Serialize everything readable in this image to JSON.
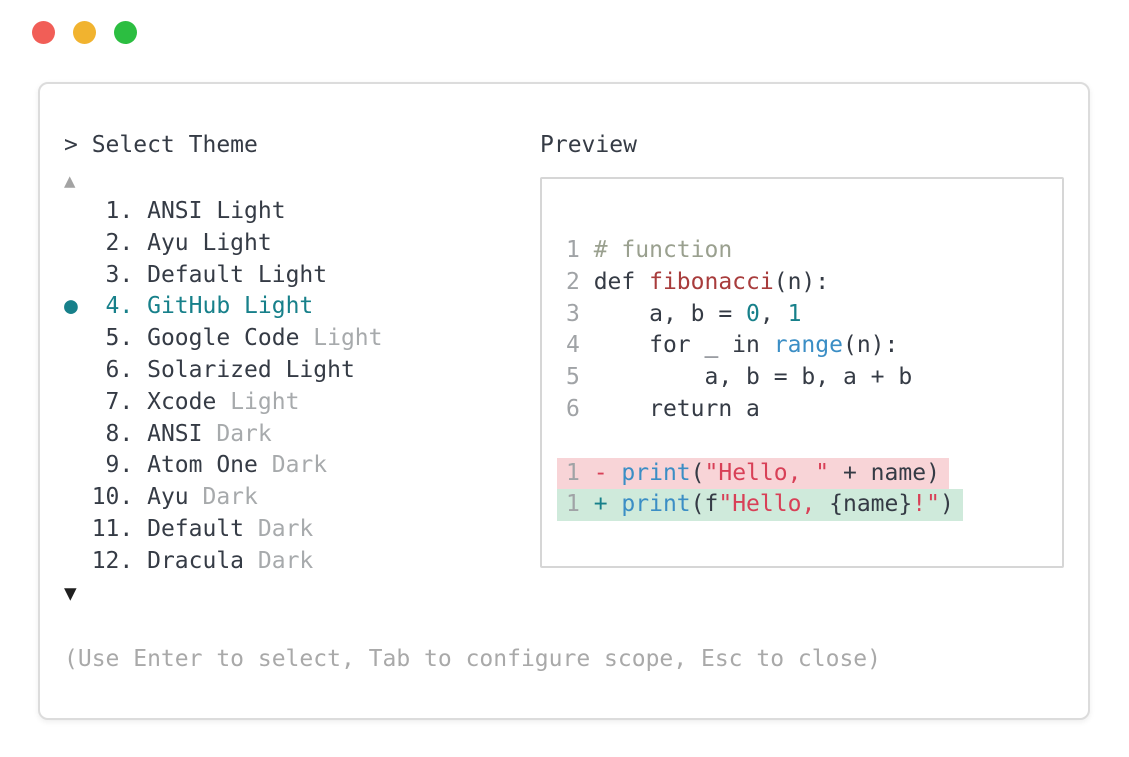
{
  "window": {
    "traffic_lights": [
      {
        "name": "close",
        "color": "#f15e57"
      },
      {
        "name": "minimize",
        "color": "#f1b32f"
      },
      {
        "name": "maximize",
        "color": "#2cbe41"
      }
    ],
    "prompt": "> Select Theme"
  },
  "list": {
    "bullet": "●",
    "up": "▲",
    "down": "▼"
  },
  "themes": [
    {
      "num": "1",
      "name": "ANSI",
      "variant": "Light",
      "variant_gray": false,
      "selected": false
    },
    {
      "num": "2",
      "name": "Ayu",
      "variant": "Light",
      "variant_gray": false,
      "selected": false
    },
    {
      "num": "3",
      "name": "Default",
      "variant": "Light",
      "variant_gray": false,
      "selected": false
    },
    {
      "num": "4",
      "name": "GitHub",
      "variant": "Light",
      "variant_gray": false,
      "selected": true
    },
    {
      "num": "5",
      "name": "Google Code",
      "variant": "Light",
      "variant_gray": true,
      "selected": false
    },
    {
      "num": "6",
      "name": "Solarized",
      "variant": "Light",
      "variant_gray": false,
      "selected": false
    },
    {
      "num": "7",
      "name": "Xcode",
      "variant": "Light",
      "variant_gray": true,
      "selected": false
    },
    {
      "num": "8",
      "name": "ANSI",
      "variant": "Dark",
      "variant_gray": true,
      "selected": false
    },
    {
      "num": "9",
      "name": "Atom One",
      "variant": "Dark",
      "variant_gray": true,
      "selected": false
    },
    {
      "num": "10",
      "name": "Ayu",
      "variant": "Dark",
      "variant_gray": true,
      "selected": false
    },
    {
      "num": "11",
      "name": "Default",
      "variant": "Dark",
      "variant_gray": true,
      "selected": false
    },
    {
      "num": "12",
      "name": "Dracula",
      "variant": "Dark",
      "variant_gray": true,
      "selected": false
    }
  ],
  "preview": {
    "label": "Preview",
    "lines": [
      {
        "bg": null,
        "tokens": [
          {
            "t": "1 ",
            "c": "num"
          },
          {
            "t": "# function",
            "c": "comment"
          }
        ]
      },
      {
        "bg": null,
        "tokens": [
          {
            "t": "2 ",
            "c": "num"
          },
          {
            "t": "def ",
            "c": "plain"
          },
          {
            "t": "fibonacci",
            "c": "fn"
          },
          {
            "t": "(n):",
            "c": "plain"
          }
        ]
      },
      {
        "bg": null,
        "tokens": [
          {
            "t": "3 ",
            "c": "num"
          },
          {
            "t": "    a, b = ",
            "c": "plain"
          },
          {
            "t": "0",
            "c": "number"
          },
          {
            "t": ", ",
            "c": "plain"
          },
          {
            "t": "1",
            "c": "number"
          }
        ]
      },
      {
        "bg": null,
        "tokens": [
          {
            "t": "4 ",
            "c": "num"
          },
          {
            "t": "    for _ in ",
            "c": "plain"
          },
          {
            "t": "range",
            "c": "builtin"
          },
          {
            "t": "(n):",
            "c": "plain"
          }
        ]
      },
      {
        "bg": null,
        "tokens": [
          {
            "t": "5 ",
            "c": "num"
          },
          {
            "t": "        a, b = b, a + b",
            "c": "plain"
          }
        ]
      },
      {
        "bg": null,
        "tokens": [
          {
            "t": "6 ",
            "c": "num"
          },
          {
            "t": "    return a",
            "c": "plain"
          }
        ]
      },
      {
        "bg": null,
        "tokens": []
      },
      {
        "bg": "del",
        "tokens": [
          {
            "t": "1 ",
            "c": "num"
          },
          {
            "t": "- ",
            "c": "del"
          },
          {
            "t": "print",
            "c": "builtin"
          },
          {
            "t": "(",
            "c": "plain"
          },
          {
            "t": "\"Hello, \"",
            "c": "str"
          },
          {
            "t": " + name)",
            "c": "plain"
          }
        ]
      },
      {
        "bg": "add",
        "tokens": [
          {
            "t": "1 ",
            "c": "num"
          },
          {
            "t": "+ ",
            "c": "add"
          },
          {
            "t": "print",
            "c": "builtin"
          },
          {
            "t": "(f",
            "c": "plain"
          },
          {
            "t": "\"Hello, ",
            "c": "str"
          },
          {
            "t": "{name}",
            "c": "plain"
          },
          {
            "t": "!\"",
            "c": "str"
          },
          {
            "t": ")",
            "c": "plain"
          }
        ]
      }
    ]
  },
  "help": {
    "text": "(Use Enter to select, Tab to configure scope, Esc to close)"
  },
  "colors": {
    "text_dark": "#353b45",
    "text_gray": "#a7aaac",
    "accent_teal": "#17808a",
    "builtin_blue": "#3b8ec5",
    "function_red": "#a83c3c",
    "string_red": "#d84057",
    "comment_olive": "#9aa08f",
    "diff_del_bg": "#f8d4d7",
    "diff_add_bg": "#cfeadb",
    "window_border": "#dcdcdc"
  }
}
